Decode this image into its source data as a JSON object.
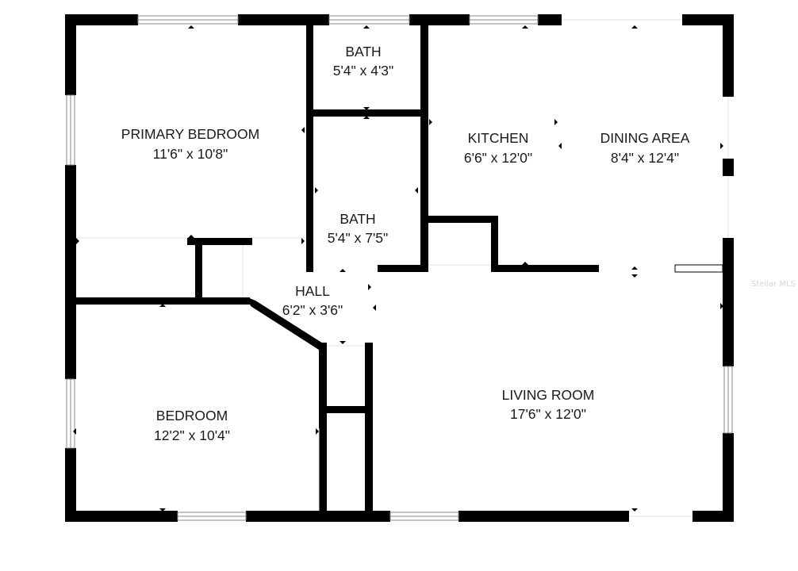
{
  "floorplan": {
    "rooms": [
      {
        "id": "primary-bedroom",
        "name": "PRIMARY BEDROOM",
        "dims": "11'6\" x 10'8\""
      },
      {
        "id": "bath-top",
        "name": "BATH",
        "dims": "5'4\" x 4'3\""
      },
      {
        "id": "kitchen",
        "name": "KITCHEN",
        "dims": "6'6\" x 12'0\""
      },
      {
        "id": "dining-area",
        "name": "DINING AREA",
        "dims": "8'4\" x 12'4\""
      },
      {
        "id": "bath-middle",
        "name": "BATH",
        "dims": "5'4\" x 7'5\""
      },
      {
        "id": "hall",
        "name": "HALL",
        "dims": "6'2\" x 3'6\""
      },
      {
        "id": "bedroom",
        "name": "BEDROOM",
        "dims": "12'2\" x 10'4\""
      },
      {
        "id": "living-room",
        "name": "LIVING ROOM",
        "dims": "17'6\" x 12'0\""
      }
    ],
    "watermark": "Stellar MLS"
  }
}
